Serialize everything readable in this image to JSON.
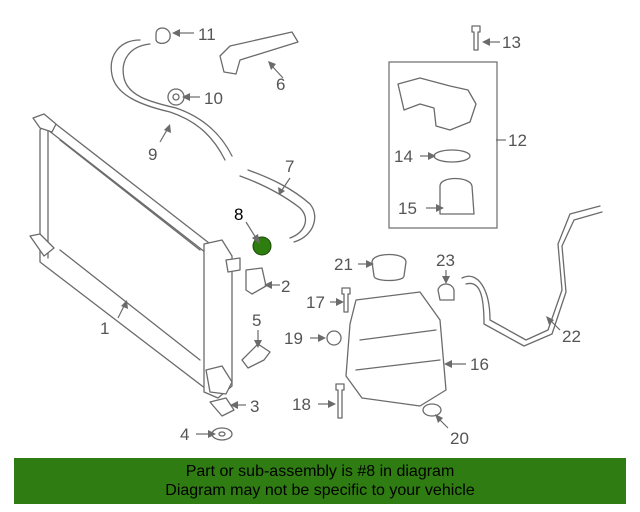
{
  "callouts": {
    "c1": "1",
    "c2": "2",
    "c3": "3",
    "c4": "4",
    "c5": "5",
    "c6": "6",
    "c7": "7",
    "c8": "8",
    "c9": "9",
    "c10": "10",
    "c11": "11",
    "c12": "12",
    "c13": "13",
    "c14": "14",
    "c15": "15",
    "c16": "16",
    "c17": "17",
    "c18": "18",
    "c19": "19",
    "c20": "20",
    "c21": "21",
    "c22": "22",
    "c23": "23"
  },
  "highlight": {
    "part": "8",
    "color": "#2e7d0f"
  },
  "banner": {
    "line1": "Part or sub-assembly is #8 in diagram",
    "line2": "Diagram may not be specific to your vehicle",
    "color": "#2f7d12"
  }
}
